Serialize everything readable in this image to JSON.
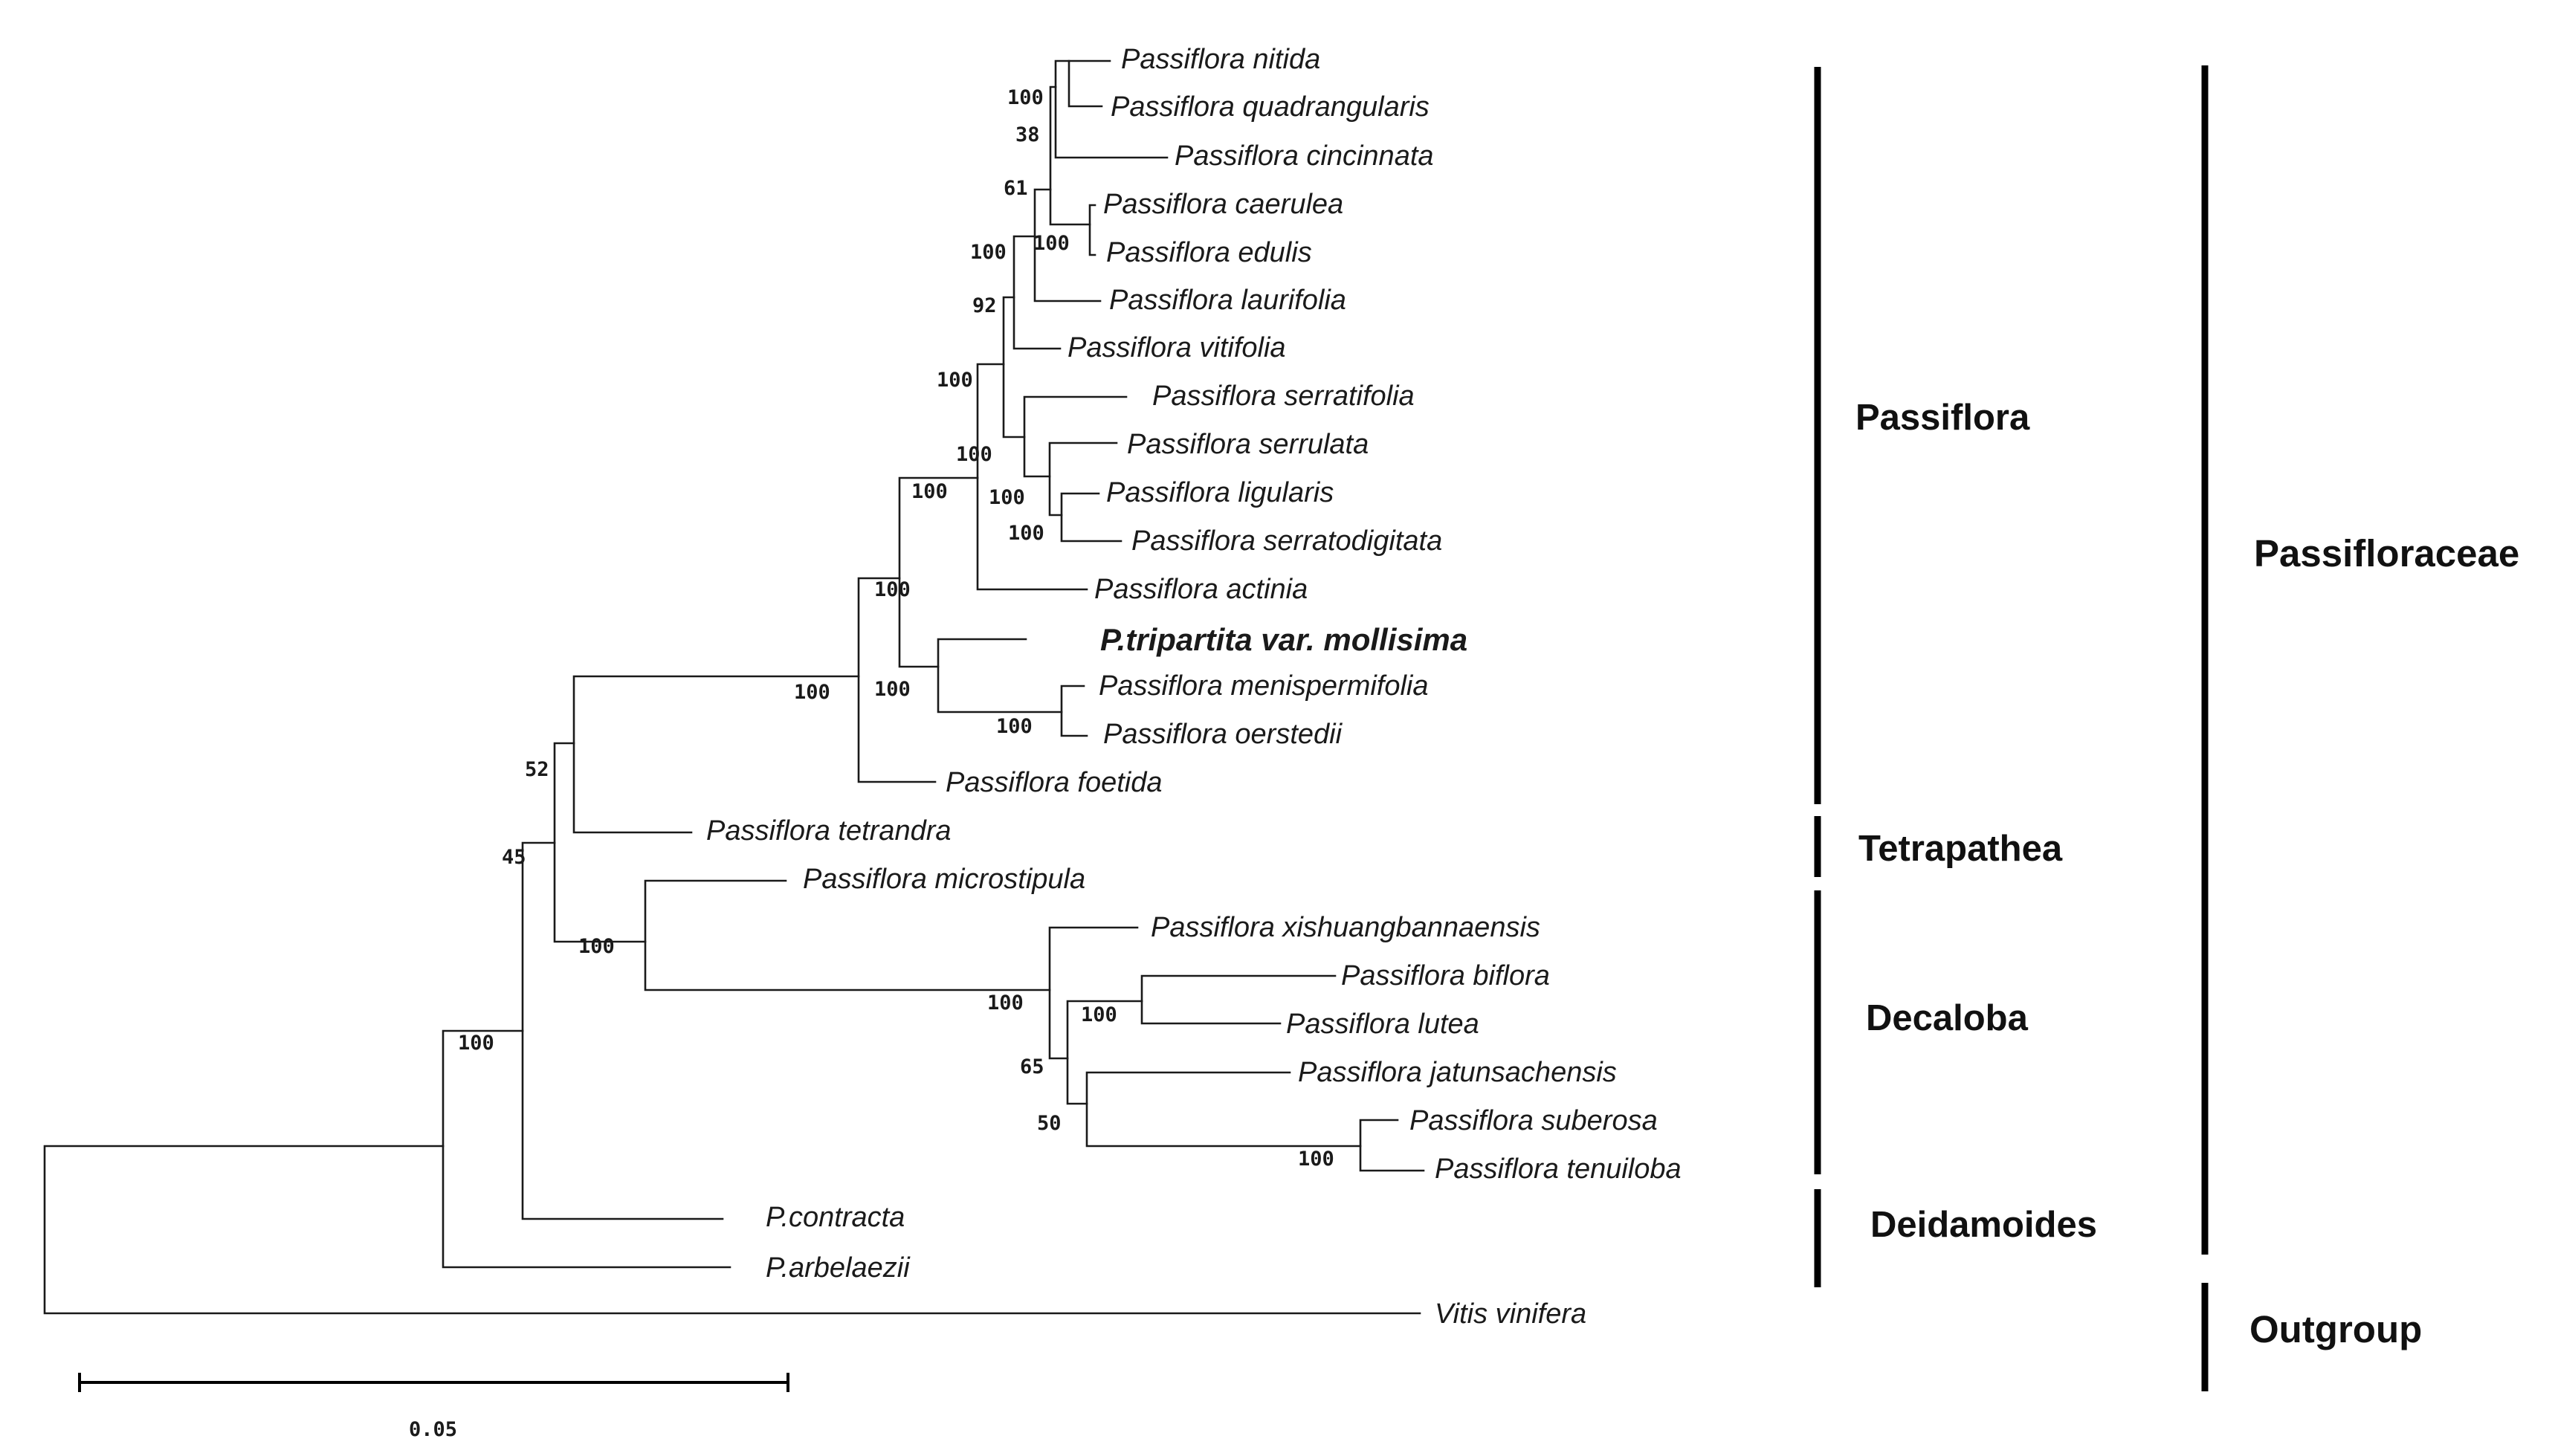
{
  "figure": {
    "taxa": [
      {
        "id": "nitida",
        "label": "Passiflora nitida"
      },
      {
        "id": "quadrangularis",
        "label": "Passiflora quadrangularis"
      },
      {
        "id": "cincinnata",
        "label": "Passiflora cincinnata"
      },
      {
        "id": "caerulea",
        "label": "Passiflora caerulea"
      },
      {
        "id": "edulis",
        "label": "Passiflora edulis"
      },
      {
        "id": "laurifolia",
        "label": "Passiflora laurifolia"
      },
      {
        "id": "vitifolia",
        "label": "Passiflora vitifolia"
      },
      {
        "id": "serratifolia",
        "label": "Passiflora serratifolia"
      },
      {
        "id": "serrulata",
        "label": "Passiflora serrulata"
      },
      {
        "id": "ligularis",
        "label": "Passiflora ligularis"
      },
      {
        "id": "serratodigitata",
        "label": "Passiflora serratodigitata"
      },
      {
        "id": "actinia",
        "label": "Passiflora actinia"
      },
      {
        "id": "tripartita",
        "label": "P.tripartita var. mollisima",
        "highlight": true
      },
      {
        "id": "menispermifolia",
        "label": "Passiflora menispermifolia"
      },
      {
        "id": "oerstedii",
        "label": "Passiflora oerstedii"
      },
      {
        "id": "foetida",
        "label": "Passiflora foetida"
      },
      {
        "id": "tetrandra",
        "label": "Passiflora tetrandra"
      },
      {
        "id": "microstipula",
        "label": "Passiflora microstipula"
      },
      {
        "id": "xishuangbannaensis",
        "label": "Passiflora xishuangbannaensis"
      },
      {
        "id": "biflora",
        "label": "Passiflora biflora"
      },
      {
        "id": "lutea",
        "label": "Passiflora lutea"
      },
      {
        "id": "jatunsachensis",
        "label": "Passiflora jatunsachensis"
      },
      {
        "id": "suberosa",
        "label": "Passiflora suberosa"
      },
      {
        "id": "tenuiloba",
        "label": "Passiflora tenuiloba"
      },
      {
        "id": "contracta",
        "label": "P.contracta"
      },
      {
        "id": "arbelaezii",
        "label": "P.arbelaezii"
      },
      {
        "id": "vitis",
        "label": "Vitis vinifera"
      }
    ],
    "support_values": [
      {
        "node": "nitida-quadrangularis",
        "value": "100"
      },
      {
        "node": "cincinnata-group",
        "value": "38"
      },
      {
        "node": "passiflora-core",
        "value": "61"
      },
      {
        "node": "caerulea-edulis",
        "value": "100"
      },
      {
        "node": "laurifolia-group",
        "value": "100"
      },
      {
        "node": "vitifolia-group",
        "value": "92"
      },
      {
        "node": "serratifolia-group",
        "value": "100"
      },
      {
        "node": "serrulata-group",
        "value": "100"
      },
      {
        "node": "ligularis-group",
        "value": "100"
      },
      {
        "node": "ligularis-serratodigitata",
        "value": "100"
      },
      {
        "node": "actinia-group",
        "value": "100"
      },
      {
        "node": "tripartita-group",
        "value": "100"
      },
      {
        "node": "menispermifolia-oerstedii",
        "value": "100"
      },
      {
        "node": "foetida-group",
        "value": "100"
      },
      {
        "node": "tetrandra-group",
        "value": "100"
      },
      {
        "node": "passiflora-tetrandra",
        "value": "52"
      },
      {
        "node": "passiflora-decaloba",
        "value": "45"
      },
      {
        "node": "microstipula-decaloba",
        "value": "100"
      },
      {
        "node": "decaloba-core",
        "value": "100"
      },
      {
        "node": "biflora-lutea",
        "value": "100"
      },
      {
        "node": "biflora-jatunsachensis",
        "value": "65"
      },
      {
        "node": "jatunsachensis-group",
        "value": "50"
      },
      {
        "node": "suberosa-tenuiloba",
        "value": "100"
      },
      {
        "node": "passifloraceae-root",
        "value": "100"
      }
    ],
    "clades": [
      {
        "label": "Passiflora"
      },
      {
        "label": "Tetrapathea"
      },
      {
        "label": "Decaloba"
      },
      {
        "label": "Deidamoides"
      }
    ],
    "families": [
      {
        "label": "Passifloraceae"
      },
      {
        "label": "Outgroup"
      }
    ],
    "scale_bar": {
      "label": "0.05"
    }
  }
}
